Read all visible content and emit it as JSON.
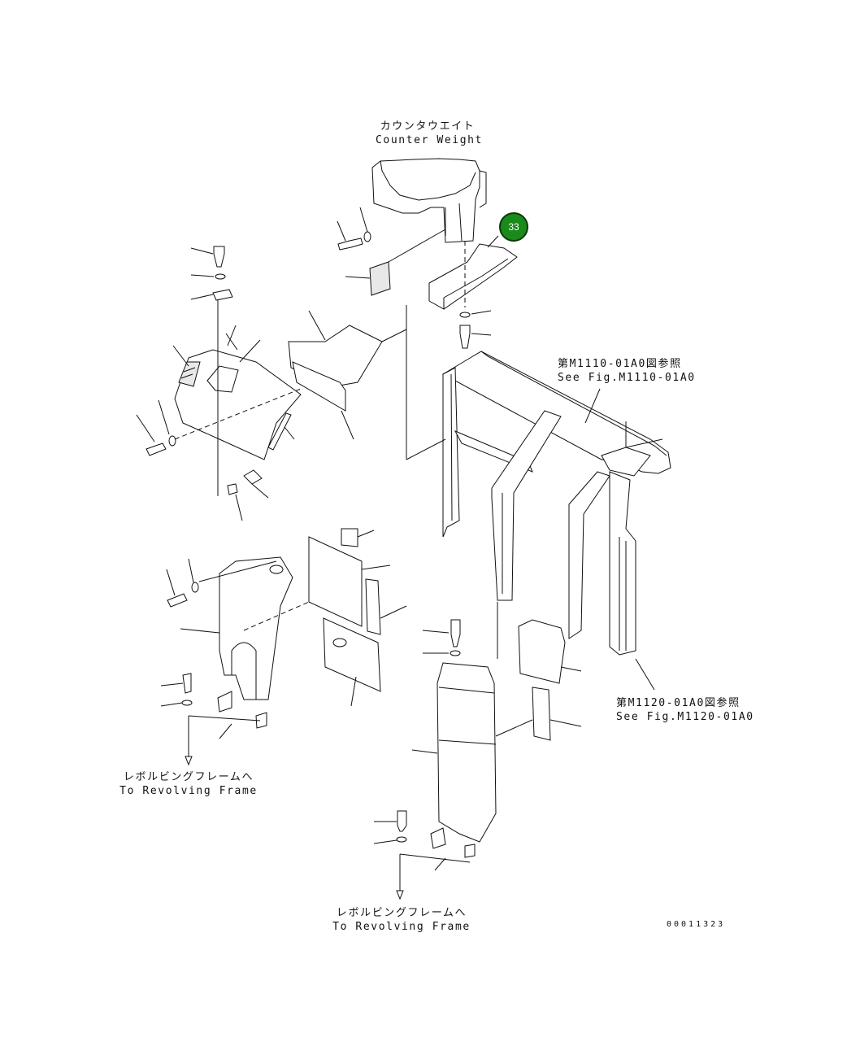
{
  "labels": {
    "counter_weight_jp": "カウンタウエイト",
    "counter_weight_en": "Counter Weight",
    "ref_top_jp": "第M1110-01A0図参照",
    "ref_top_en": "See Fig.M1110-01A0",
    "ref_right_jp": "第M1120-01A0図参照",
    "ref_right_en": "See Fig.M1120-01A0",
    "to_frame_left_jp": "レボルビングフレームへ",
    "to_frame_left_en": "To Revolving Frame",
    "to_frame_bottom_jp": "レボルビングフレームへ",
    "to_frame_bottom_en": "To Revolving Frame",
    "drawing_number": "00011323"
  },
  "hotspot": {
    "number": "33",
    "color": "#1a8a1a"
  }
}
